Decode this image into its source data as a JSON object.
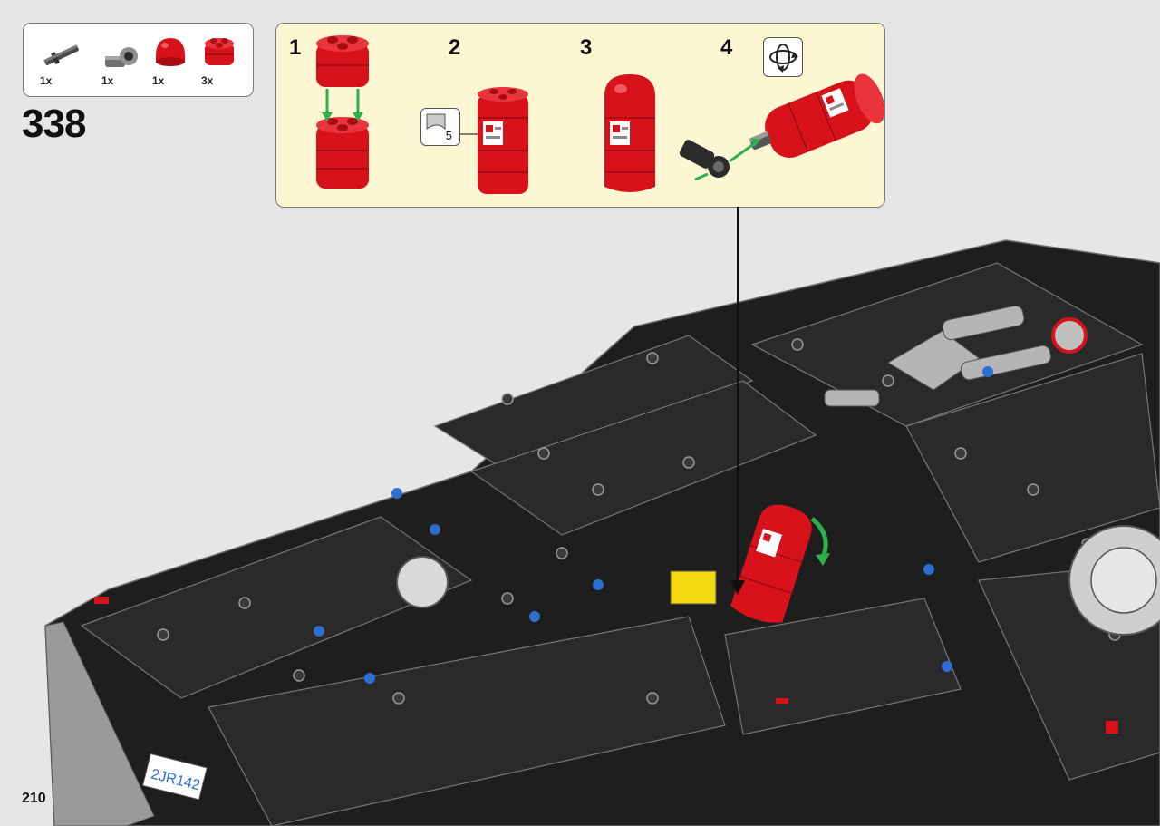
{
  "parts_list": {
    "items": [
      {
        "name": "axle-with-stop",
        "quantity": "1x",
        "color": "#5b5b5b"
      },
      {
        "name": "axle-connector",
        "quantity": "1x",
        "color": "#8f8f8f"
      },
      {
        "name": "round-brick-dome",
        "quantity": "1x",
        "color": "#d8121a"
      },
      {
        "name": "round-brick-2x2",
        "quantity": "3x",
        "color": "#d8121a"
      }
    ]
  },
  "step": {
    "number": "338"
  },
  "callout": {
    "sub_steps": [
      "1",
      "2",
      "3",
      "4"
    ],
    "sticker_badge": {
      "number": "5"
    },
    "rotate_icon": "rotate-model-icon"
  },
  "model": {
    "license_plate": "2JR142",
    "brick_color": "#1e1e1e",
    "accent_color": "#d8121a",
    "arrow_color": "#2bb24c"
  },
  "page": {
    "number": "210"
  }
}
